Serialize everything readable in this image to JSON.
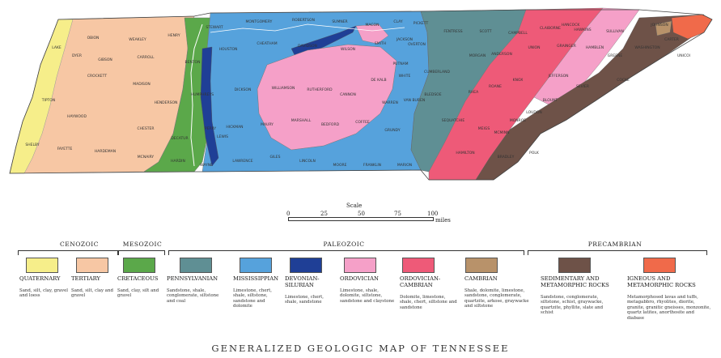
{
  "map": {
    "title": "GENERALIZED GEOLOGIC MAP OF TENNESSEE",
    "counties": [
      "OBION",
      "WEAKLEY",
      "HENRY",
      "STEWART",
      "MONTGOMERY",
      "ROBERTSON",
      "SUMNER",
      "MACON",
      "CLAY",
      "PICKETT",
      "FENTRESS",
      "SCOTT",
      "CAMPBELL",
      "CLAIBORNE",
      "HANCOCK",
      "HAWKINS",
      "SULLIVAN",
      "JOHNSON",
      "DYER",
      "GIBSON",
      "CARROLL",
      "BENTON",
      "HOUSTON",
      "CHEATHAM",
      "DAVIDSON",
      "WILSON",
      "SMITH",
      "JACKSON",
      "OVERTON",
      "PUTNAM",
      "WHITE",
      "CUMBERLAND",
      "MORGAN",
      "ANDERSON",
      "UNION",
      "GRAINGER",
      "HAMBLEN",
      "GREENE",
      "WASHINGTON",
      "CARTER",
      "UNICOI",
      "LAKE",
      "CROCKETT",
      "MADISON",
      "HENDERSON",
      "HUMPHREYS",
      "DICKSON",
      "WILLIAMSON",
      "RUTHERFORD",
      "CANNON",
      "DE KALB",
      "WARREN",
      "VAN BUREN",
      "BLEDSOE",
      "RHEA",
      "ROANE",
      "KNOX",
      "JEFFERSON",
      "SEVIER",
      "COCKE",
      "BLOUNT",
      "LOUDON",
      "MONROE",
      "MCMINN",
      "MEIGS",
      "TIPTON",
      "HAYWOOD",
      "CHESTER",
      "DECATUR",
      "PERRY",
      "HICKMAN",
      "MAURY",
      "MARSHALL",
      "BEDFORD",
      "COFFEE",
      "GRUNDY",
      "SEQUATCHIE",
      "HAMILTON",
      "BRADLEY",
      "POLK",
      "SHELBY",
      "FAYETTE",
      "HARDEMAN",
      "MCNAIRY",
      "HARDIN",
      "WAYNE",
      "LAWRENCE",
      "GILES",
      "LINCOLN",
      "MOORE",
      "FRANKLIN",
      "MARION",
      "LEWIS"
    ]
  },
  "scale": {
    "label": "Scale",
    "ticks": [
      "0",
      "25",
      "50",
      "75",
      "100"
    ],
    "tick_values": [
      0,
      25,
      50,
      75,
      100
    ],
    "unit": "miles"
  },
  "legend": {
    "eras": [
      {
        "label": "CENOZOIC"
      },
      {
        "label": "MESOZOIC"
      },
      {
        "label": "PALEOZOIC"
      },
      {
        "label": "PRECAMBRIAN"
      }
    ],
    "units": [
      {
        "name": "QUATERNARY",
        "desc": "Sand, silt, clay, gravel and loess",
        "color": "#f6ee8a"
      },
      {
        "name": "TERTIARY",
        "desc": "Sand, silt, clay and gravel",
        "color": "#f7c7a4"
      },
      {
        "name": "CRETACEOUS",
        "desc": "Sand, clay, silt and gravel",
        "color": "#5ba84a"
      },
      {
        "name": "PENNSYLVANIAN",
        "desc": "Sandstone, shale, conglomerate, siltstone and coal",
        "color": "#5f8f94"
      },
      {
        "name": "MISSISSIPPIAN",
        "desc": "Limestone, chert, shale, siltstone, sandstone and dolomite",
        "color": "#56a2dc"
      },
      {
        "name": "DEVONIAN-\nSILURIAN",
        "desc": "Limestone, chert, shale, sandstone",
        "color": "#1f3f96"
      },
      {
        "name": "ORDOVICIAN",
        "desc": "Limestone, shale, dolomite, siltstone, sandstone and claystone",
        "color": "#f5a0c8"
      },
      {
        "name": "ORDOVICIAN-\nCAMBRIAN",
        "desc": "Dolomite, limestone, shale, chert, siltstone and sandstone",
        "color": "#ee5a78"
      },
      {
        "name": "CAMBRIAN",
        "desc": "Shale, dolomite, limestone, sandstone, conglomerate, quartzite, arkose, graywacke and siltstone",
        "color": "#b8926a"
      },
      {
        "name": "SEDIMENTARY AND\nMETAMORPHIC ROCKS",
        "desc": "Sandstone, conglomerate, siltstone, schist, graywacke, quartzite, phyllite, slate and schist",
        "color": "#6e5248"
      },
      {
        "name": "IGNEOUS AND\nMETAMORPHIC ROCKS",
        "desc": "Metamorphosed lavas and tuffs, metagabbro, rhyolites, diorite, granite, granitic gneisses, monzonite, quartz latites, anorthosite and diabase",
        "color": "#f06a4a"
      }
    ]
  }
}
